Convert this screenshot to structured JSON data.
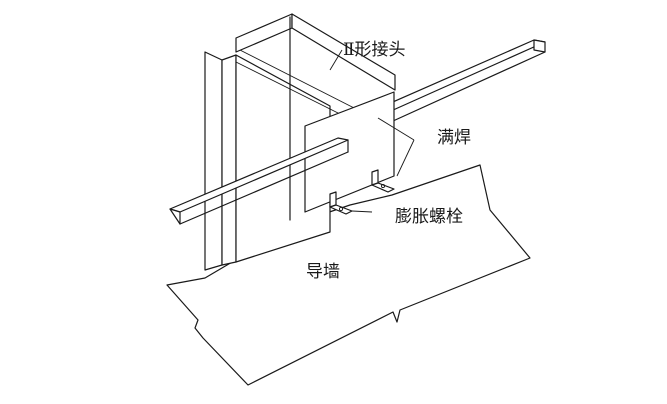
{
  "labels": {
    "pi_joint": "Ⅱ形接头",
    "full_weld": "满焊",
    "expansion_bolt": "膨胀螺栓",
    "guide_wall": "导墙"
  },
  "colors": {
    "line": "#1a1a1a",
    "background": "#ffffff"
  }
}
